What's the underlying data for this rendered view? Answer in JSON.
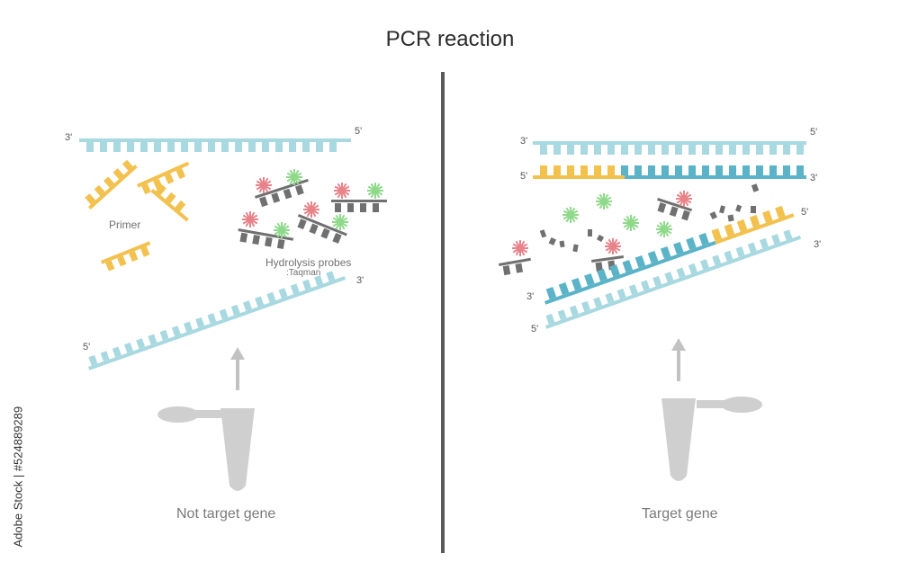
{
  "title": "PCR reaction",
  "left": {
    "primer_label": "Primer",
    "probe_label_1": "Hydrolysis probes",
    "probe_label_2": ":Taqman",
    "caption": "Not target gene",
    "ends": {
      "top_left": "3'",
      "top_right": "5'",
      "bottom_left": "5'",
      "bottom_right": "3'"
    }
  },
  "right": {
    "caption": "Target gene",
    "ends": {
      "top1_left": "3'",
      "top1_right": "5'",
      "top2_left": "5'",
      "top2_right": "3'",
      "diag1_end": "5'",
      "diag2_end": "3'",
      "bottom1_left": "3'",
      "bottom2_left": "5'"
    }
  },
  "watermark": "Adobe Stock | #524889289",
  "colors": {
    "light_strand": "#a8d8e0",
    "dark_strand": "#5bb3c8",
    "primer": "#f2c14e",
    "probe": "#707070",
    "reporter": "#e8838a",
    "quencher": "#8fd98b",
    "divider": "#5a5a5a",
    "tube": "#cfcfcf"
  }
}
